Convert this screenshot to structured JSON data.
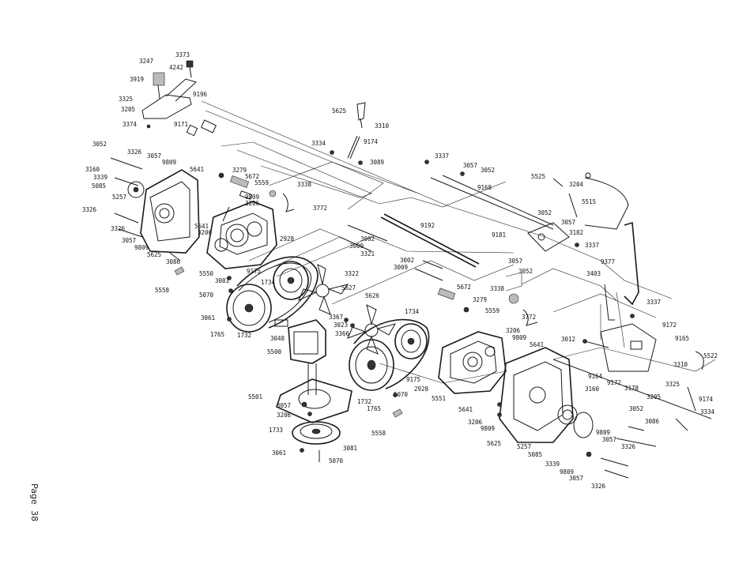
{
  "page": {
    "label": "Page",
    "number": "38"
  },
  "callouts": [
    {
      "id": "c1",
      "text": "3373"
    },
    {
      "id": "c2",
      "text": "3247"
    },
    {
      "id": "c3",
      "text": "4242"
    },
    {
      "id": "c4",
      "text": "3919"
    },
    {
      "id": "c5",
      "text": "3325"
    },
    {
      "id": "c6",
      "text": "9196"
    },
    {
      "id": "c7",
      "text": "3205"
    },
    {
      "id": "c8",
      "text": "3374"
    },
    {
      "id": "c9",
      "text": "9171"
    },
    {
      "id": "c10",
      "text": "3052"
    },
    {
      "id": "c11",
      "text": "3326"
    },
    {
      "id": "c12",
      "text": "3057"
    },
    {
      "id": "c13",
      "text": "9809"
    },
    {
      "id": "c14",
      "text": "3160"
    },
    {
      "id": "c15",
      "text": "5641"
    },
    {
      "id": "c16",
      "text": "3339"
    },
    {
      "id": "c17",
      "text": "5085"
    },
    {
      "id": "c18",
      "text": "5257"
    },
    {
      "id": "c19",
      "text": "3326"
    },
    {
      "id": "c20",
      "text": "3279"
    },
    {
      "id": "c21",
      "text": "5672"
    },
    {
      "id": "c22",
      "text": "5559"
    },
    {
      "id": "c23",
      "text": "3338"
    },
    {
      "id": "c24",
      "text": "9809"
    },
    {
      "id": "c25",
      "text": "3206"
    },
    {
      "id": "c26",
      "text": "3772"
    },
    {
      "id": "c27",
      "text": "5641"
    },
    {
      "id": "c28",
      "text": "3206"
    },
    {
      "id": "c29",
      "text": "3326"
    },
    {
      "id": "c30",
      "text": "3057"
    },
    {
      "id": "c31",
      "text": "9809"
    },
    {
      "id": "c32",
      "text": "5625"
    },
    {
      "id": "c33",
      "text": "3086"
    },
    {
      "id": "c34",
      "text": "2928"
    },
    {
      "id": "c35",
      "text": "5558"
    },
    {
      "id": "c36",
      "text": "5550"
    },
    {
      "id": "c37",
      "text": "9175"
    },
    {
      "id": "c38",
      "text": "3081"
    },
    {
      "id": "c39",
      "text": "1734"
    },
    {
      "id": "c40",
      "text": "5070"
    },
    {
      "id": "c41",
      "text": "3061"
    },
    {
      "id": "c42",
      "text": "1765"
    },
    {
      "id": "c43",
      "text": "1732"
    },
    {
      "id": "c44",
      "text": "5625"
    },
    {
      "id": "c45",
      "text": "3310"
    },
    {
      "id": "c46",
      "text": "3334"
    },
    {
      "id": "c47",
      "text": "9174"
    },
    {
      "id": "c48",
      "text": "3089"
    },
    {
      "id": "c49",
      "text": "3337"
    },
    {
      "id": "c50",
      "text": "3057"
    },
    {
      "id": "c51",
      "text": "3052"
    },
    {
      "id": "c52",
      "text": "9168"
    },
    {
      "id": "c53",
      "text": "9192"
    },
    {
      "id": "c54",
      "text": "3002"
    },
    {
      "id": "c55",
      "text": "3009"
    },
    {
      "id": "c56",
      "text": "3321"
    },
    {
      "id": "c57",
      "text": "3322"
    },
    {
      "id": "c58",
      "text": "5627"
    },
    {
      "id": "c59",
      "text": "5626"
    },
    {
      "id": "c60",
      "text": "3002"
    },
    {
      "id": "c61",
      "text": "3009"
    },
    {
      "id": "c62",
      "text": "5672"
    },
    {
      "id": "c63",
      "text": "3338"
    },
    {
      "id": "c64",
      "text": "3279"
    },
    {
      "id": "c65",
      "text": "5559"
    },
    {
      "id": "c66",
      "text": "3772"
    },
    {
      "id": "c67",
      "text": "3367"
    },
    {
      "id": "c68",
      "text": "3023"
    },
    {
      "id": "c69",
      "text": "3366"
    },
    {
      "id": "c70",
      "text": "1734"
    },
    {
      "id": "c71",
      "text": "3048"
    },
    {
      "id": "c72",
      "text": "5500"
    },
    {
      "id": "c73",
      "text": "9175"
    },
    {
      "id": "c74",
      "text": "5070"
    },
    {
      "id": "c75",
      "text": "2928"
    },
    {
      "id": "c76",
      "text": "5551"
    },
    {
      "id": "c77",
      "text": "1732"
    },
    {
      "id": "c78",
      "text": "1765"
    },
    {
      "id": "c79",
      "text": "5558"
    },
    {
      "id": "c80",
      "text": "5501"
    },
    {
      "id": "c81",
      "text": "3057"
    },
    {
      "id": "c82",
      "text": "3206"
    },
    {
      "id": "c83",
      "text": "1733"
    },
    {
      "id": "c84",
      "text": "3061"
    },
    {
      "id": "c85",
      "text": "3081"
    },
    {
      "id": "c86",
      "text": "5070"
    },
    {
      "id": "c87",
      "text": "3206"
    },
    {
      "id": "c88",
      "text": "9809"
    },
    {
      "id": "c89",
      "text": "5641"
    },
    {
      "id": "c90",
      "text": "3012"
    },
    {
      "id": "c91",
      "text": "5641"
    },
    {
      "id": "c92",
      "text": "3206"
    },
    {
      "id": "c93",
      "text": "9809"
    },
    {
      "id": "c94",
      "text": "5625"
    },
    {
      "id": "c95",
      "text": "5257"
    },
    {
      "id": "c96",
      "text": "5085"
    },
    {
      "id": "c97",
      "text": "3339"
    },
    {
      "id": "c98",
      "text": "9809"
    },
    {
      "id": "c99",
      "text": "3057"
    },
    {
      "id": "c100",
      "text": "3326"
    },
    {
      "id": "c101",
      "text": "5525"
    },
    {
      "id": "c102",
      "text": "3204"
    },
    {
      "id": "c103",
      "text": "5515"
    },
    {
      "id": "c104",
      "text": "3052"
    },
    {
      "id": "c105",
      "text": "3057"
    },
    {
      "id": "c106",
      "text": "9181"
    },
    {
      "id": "c107",
      "text": "3182"
    },
    {
      "id": "c108",
      "text": "3337"
    },
    {
      "id": "c109",
      "text": "3057"
    },
    {
      "id": "c110",
      "text": "3052"
    },
    {
      "id": "c111",
      "text": "9377"
    },
    {
      "id": "c112",
      "text": "3403"
    },
    {
      "id": "c113",
      "text": "3337"
    },
    {
      "id": "c114",
      "text": "9172"
    },
    {
      "id": "c115",
      "text": "9165"
    },
    {
      "id": "c116",
      "text": "5522"
    },
    {
      "id": "c117",
      "text": "3310"
    },
    {
      "id": "c118",
      "text": "9164"
    },
    {
      "id": "c119",
      "text": "9172"
    },
    {
      "id": "c120",
      "text": "3325"
    },
    {
      "id": "c121",
      "text": "3160"
    },
    {
      "id": "c122",
      "text": "3178"
    },
    {
      "id": "c123",
      "text": "3205"
    },
    {
      "id": "c124",
      "text": "9174"
    },
    {
      "id": "c125",
      "text": "3052"
    },
    {
      "id": "c126",
      "text": "3334"
    },
    {
      "id": "c127",
      "text": "3086"
    },
    {
      "id": "c128",
      "text": "9809"
    },
    {
      "id": "c129",
      "text": "3057"
    },
    {
      "id": "c130",
      "text": "3326"
    }
  ]
}
